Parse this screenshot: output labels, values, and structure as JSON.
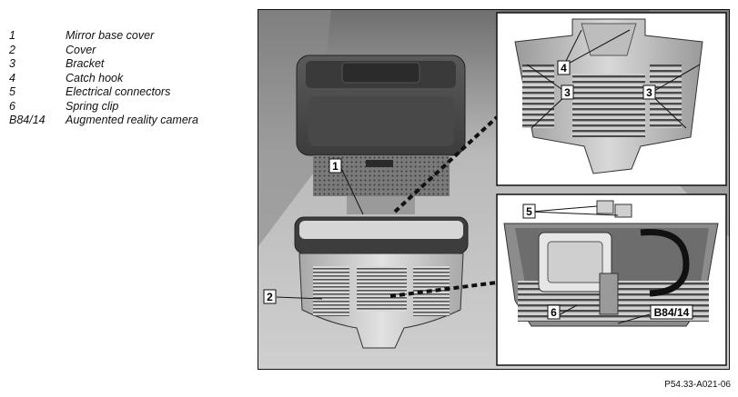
{
  "legend": {
    "items": [
      {
        "key": "1",
        "label": "Mirror base cover"
      },
      {
        "key": "2",
        "label": "Cover"
      },
      {
        "key": "3",
        "label": "Bracket"
      },
      {
        "key": "4",
        "label": "Catch hook"
      },
      {
        "key": "5",
        "label": "Electrical connectors"
      },
      {
        "key": "6",
        "label": "Spring clip"
      },
      {
        "key": "B84/14",
        "label": "Augmented reality camera"
      }
    ]
  },
  "callouts": {
    "c1": "1",
    "c2": "2",
    "c3a": "3",
    "c3b": "3",
    "c4": "4",
    "c5": "5",
    "c6": "6",
    "cB84": "B84/14"
  },
  "figure_code": "P54.33-A021-06"
}
